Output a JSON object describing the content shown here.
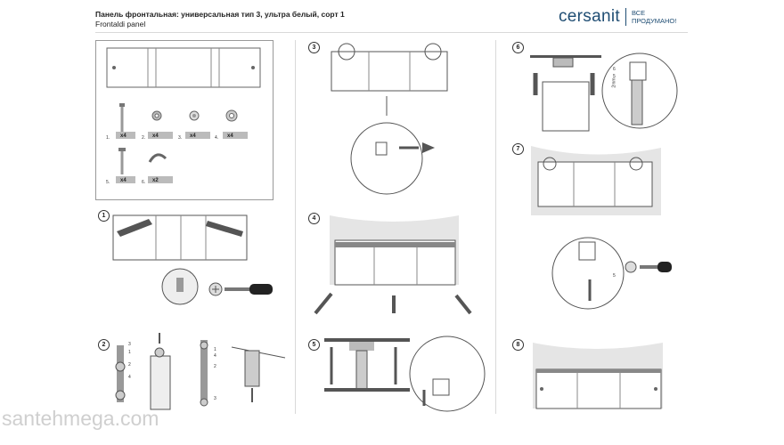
{
  "header": {
    "title": "Панель фронтальная: универсальная тип 3, ультра белый, сорт 1",
    "subtitle": "Frontaldi panel"
  },
  "brand": {
    "name": "cersanit",
    "slogan_line1": "ВСЕ",
    "slogan_line2": "ПРОДУМАНО!",
    "color": "#1f4d73"
  },
  "parts": [
    {
      "index": "1.",
      "count": "x4"
    },
    {
      "index": "2.",
      "count": "x4"
    },
    {
      "index": "3.",
      "count": "x4"
    },
    {
      "index": "4.",
      "count": "x4"
    },
    {
      "index": "5.",
      "count": "x4"
    },
    {
      "index": "6.",
      "count": "x2"
    }
  ],
  "steps": [
    "1",
    "2",
    "3",
    "4",
    "5",
    "6",
    "7",
    "8"
  ],
  "step2_labels": [
    "3",
    "1",
    "2",
    "4",
    "1",
    "4",
    "2",
    "3"
  ],
  "detail_labels": {
    "a": "6",
    "b": "5",
    "gap": "2mm",
    "c": "5"
  },
  "watermark": "santehmega.com"
}
